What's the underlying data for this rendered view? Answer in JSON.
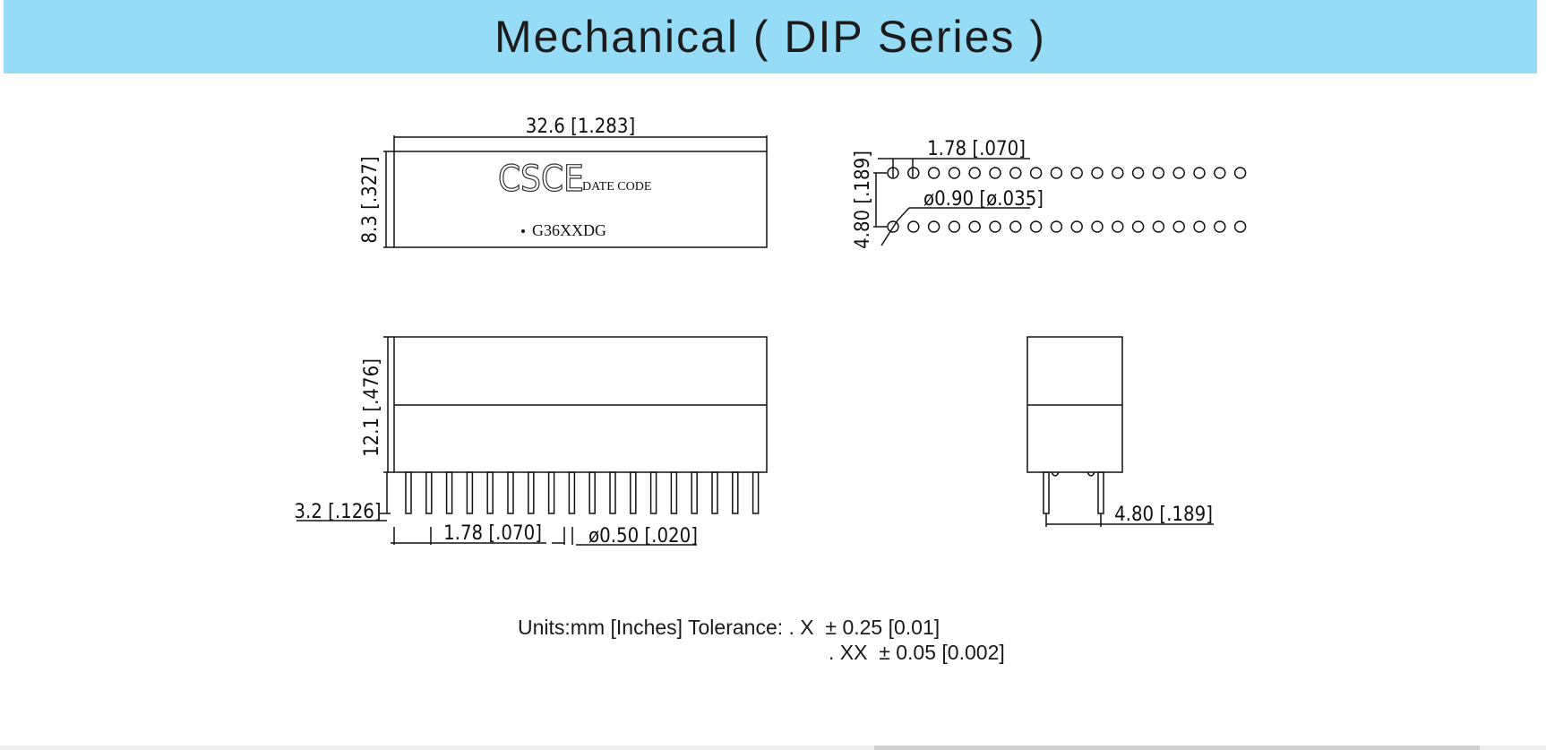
{
  "header": {
    "title": "Mechanical ( DIP  Series )"
  },
  "top_view": {
    "width_dim": "32.6  [1.283]",
    "height_dim": "8.3  [.327]",
    "logo": "CSCE",
    "date_code": "DATE CODE",
    "part_number": "G36XXDG"
  },
  "pin_layout": {
    "pitch_dim": "1.78  [.070]",
    "row_spacing_dim": "4.80  [.189]",
    "hole_dim": "ø0.90  [ø.035]",
    "pins_per_row": 18
  },
  "front_view": {
    "height_dim": "12.1  [.476]",
    "pin_length_dim": "3.2  [.126]",
    "pitch_dim": "1.78  [.070]",
    "pin_dia_dim": "ø0.50  [.020]",
    "pins_per_row": 18
  },
  "side_view": {
    "spacing_dim": "4.80  [.189]"
  },
  "footer": {
    "tolerance_line1": "Units:mm [Inches] Tolerance: . X  ± 0.25 [0.01]",
    "tolerance_line2": ". XX  ± 0.05 [0.002]"
  },
  "colors": {
    "banner": "#96dcf7",
    "line": "#111111"
  }
}
